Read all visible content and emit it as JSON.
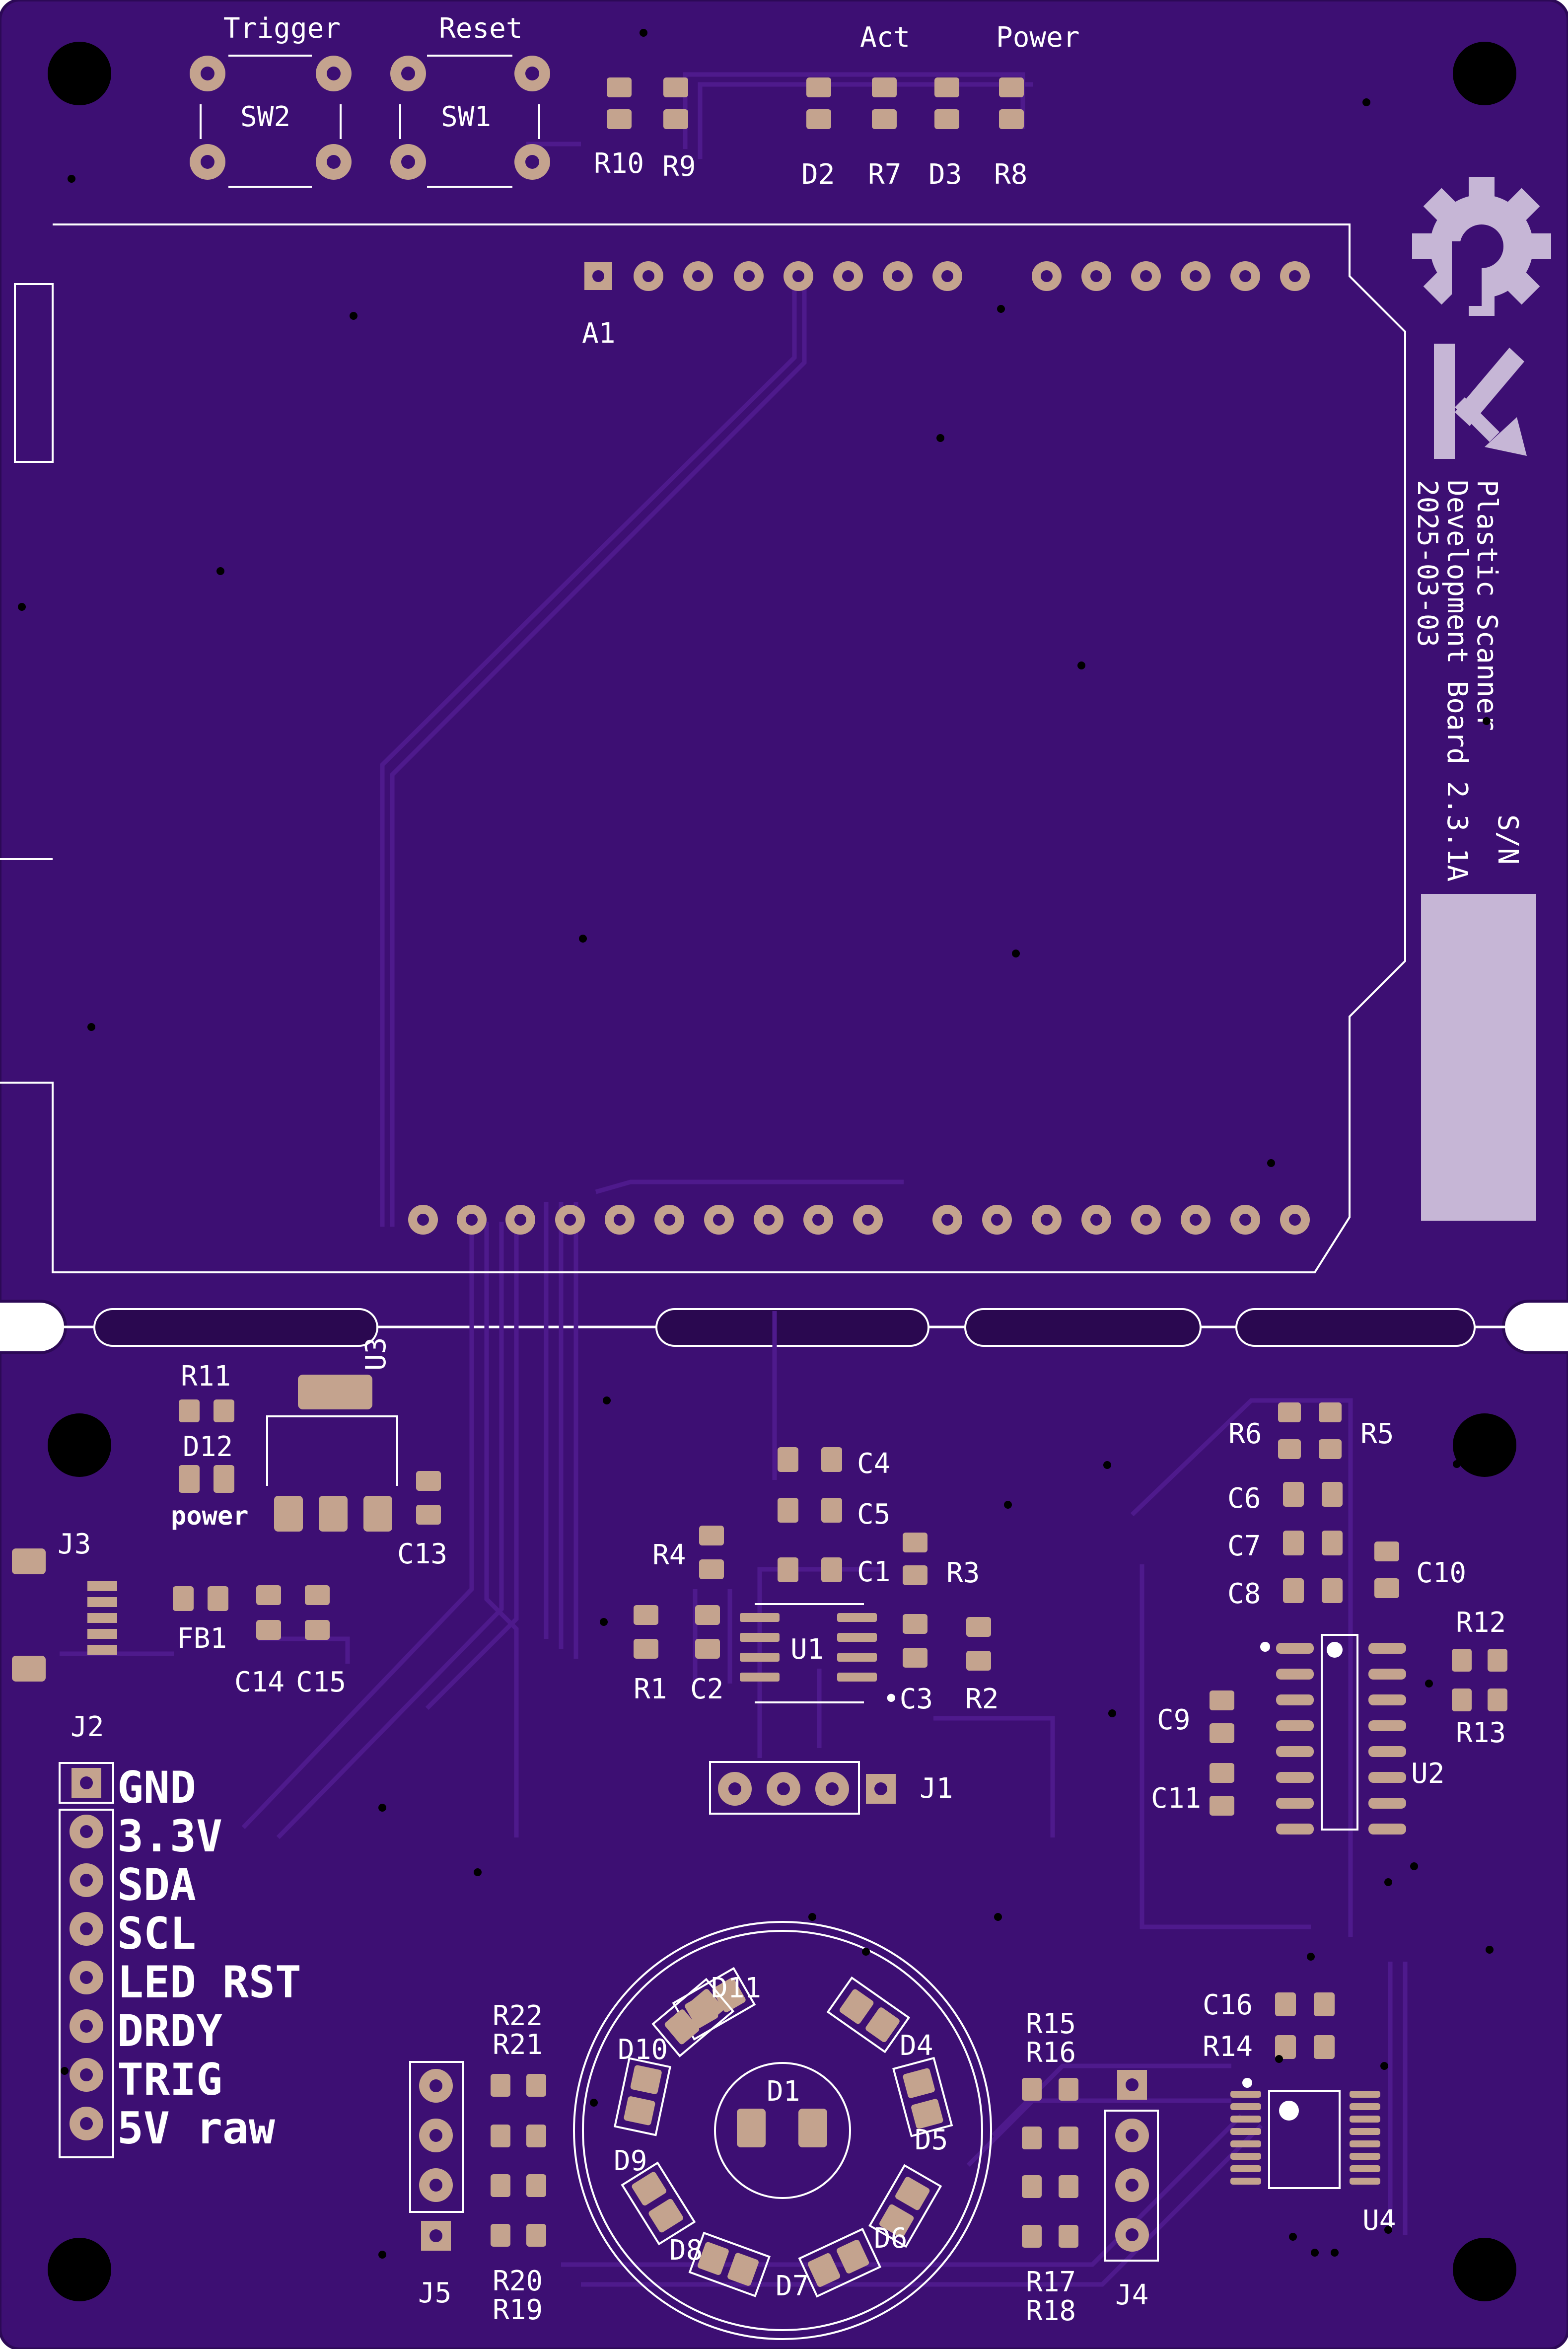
{
  "colors": {
    "board": "#3d0f73",
    "board_edge": "#2c0956",
    "trace": "#4e1a8c",
    "copper": "#c4a38e",
    "silk": "#ffffff",
    "logo": "#c6b6d6",
    "hole": "#000000"
  },
  "labels": {
    "sw2_name": "Trigger",
    "sw1_name": "Reset",
    "act": "Act",
    "power": "Power",
    "sw2": "SW2",
    "sw1": "SW1",
    "r10": "R10",
    "r9": "R9",
    "d2": "D2",
    "r7": "R7",
    "d3": "D3",
    "r8": "R8",
    "a1": "A1",
    "r11": "R11",
    "d12": "D12",
    "power_small": "power",
    "u3": "U3",
    "c13": "C13",
    "j3": "J3",
    "fb1": "FB1",
    "c14": "C14",
    "c15": "C15",
    "j2": "J2",
    "c4": "C4",
    "c5": "C5",
    "r4": "R4",
    "c1": "C1",
    "r3": "R3",
    "u1": "U1",
    "r1": "R1",
    "c2": "C2",
    "c3": "C3",
    "r2": "R2",
    "j1": "J1",
    "r6": "R6",
    "r5": "R5",
    "c6": "C6",
    "c7": "C7",
    "c8": "C8",
    "c10": "C10",
    "r12": "R12",
    "r13": "R13",
    "c9": "C9",
    "c11": "C11",
    "u2": "U2",
    "r22": "R22",
    "r21": "R21",
    "r20": "R20",
    "r19": "R19",
    "j5": "J5",
    "d11": "D11",
    "d10": "D10",
    "d1": "D1",
    "d4": "D4",
    "d5": "D5",
    "d9": "D9",
    "d6": "D6",
    "d8": "D8",
    "d7": "D7",
    "r15": "R15",
    "r16": "R16",
    "r17": "R17",
    "r18": "R18",
    "j4": "J4",
    "c16": "C16",
    "r14": "R14",
    "u4": "U4"
  },
  "board_text": {
    "title": "Plastic Scanner",
    "subtitle": "Development Board 2.3.1A",
    "date": "2025-03-03",
    "serial": "S/N"
  },
  "j2_pins": [
    "GND",
    "3.3V",
    "SDA",
    "SCL",
    "LED RST",
    "DRDY",
    "TRIG",
    "5V raw"
  ],
  "icons": {
    "oshw": "open-hardware-gear-icon",
    "brand": "plastic-scanner-logo-icon"
  }
}
